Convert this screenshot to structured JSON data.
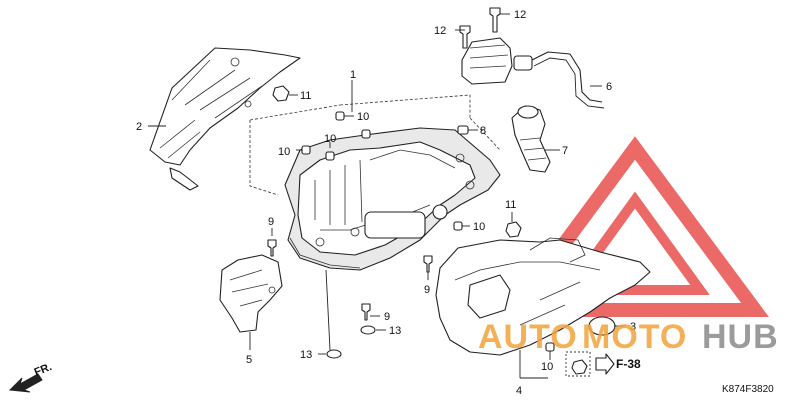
{
  "diagram": {
    "callouts": [
      {
        "id": "c1",
        "text": "1"
      },
      {
        "id": "c2",
        "text": "2"
      },
      {
        "id": "c3",
        "text": "3"
      },
      {
        "id": "c4",
        "text": "4"
      },
      {
        "id": "c5",
        "text": "5"
      },
      {
        "id": "c6",
        "text": "6"
      },
      {
        "id": "c7",
        "text": "7"
      },
      {
        "id": "c8",
        "text": "8"
      },
      {
        "id": "c9a",
        "text": "9"
      },
      {
        "id": "c9b",
        "text": "9"
      },
      {
        "id": "c9c",
        "text": "9"
      },
      {
        "id": "c10a",
        "text": "10"
      },
      {
        "id": "c10b",
        "text": "10"
      },
      {
        "id": "c10c",
        "text": "10"
      },
      {
        "id": "c10d",
        "text": "10"
      },
      {
        "id": "c10e",
        "text": "10"
      },
      {
        "id": "c11a",
        "text": "11"
      },
      {
        "id": "c11b",
        "text": "11"
      },
      {
        "id": "c12a",
        "text": "12"
      },
      {
        "id": "c12b",
        "text": "12"
      },
      {
        "id": "c13a",
        "text": "13"
      },
      {
        "id": "c13b",
        "text": "13"
      }
    ],
    "reference": "F-38",
    "direction_label": "FR.",
    "drawing_code": "K874F3820"
  },
  "watermark": {
    "text_a": "AUTO",
    "text_b": "MOTO",
    "text_c": "HUB",
    "red": "#e53935",
    "orange": "#f2a33a",
    "gray": "#9e9e9e"
  }
}
